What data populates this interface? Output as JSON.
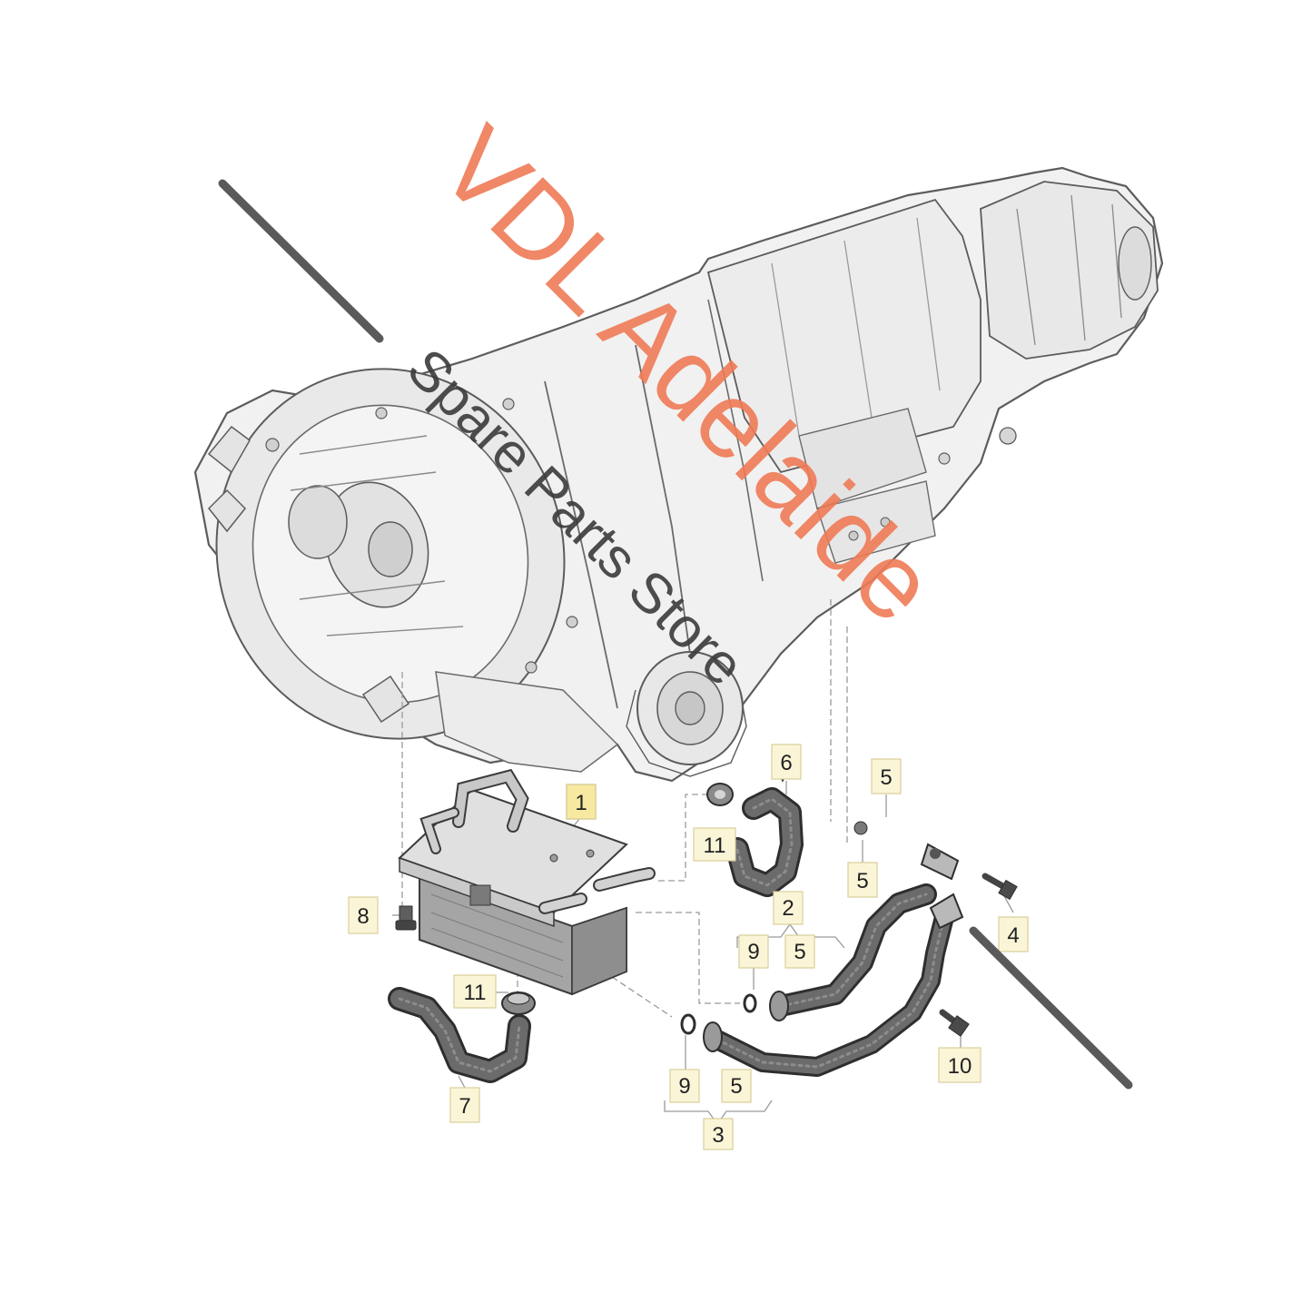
{
  "colors": {
    "housing_fill": "#f1f1f1",
    "housing_stroke": "#5c5c5c",
    "hose_fill": "#6b6b6b",
    "hose_stroke": "#2e2e2e",
    "leader": "#9a9a9a",
    "callout_bg": "#fbf5d8",
    "callout_border": "#d8cf9a",
    "callout_highlight_bg": "#f7e9a0",
    "watermark_main": "#ee7a55",
    "watermark_sub": "#3a3a3a",
    "slash": "#5a5a5a"
  },
  "watermark": {
    "main": "VDL Adelaide",
    "sub": "Spare Parts Store"
  },
  "callouts": [
    {
      "id": "c1",
      "label": "1",
      "highlight": true
    },
    {
      "id": "c2",
      "label": "2",
      "highlight": false
    },
    {
      "id": "c3",
      "label": "3",
      "highlight": false
    },
    {
      "id": "c4",
      "label": "4",
      "highlight": false
    },
    {
      "id": "c5a",
      "label": "5",
      "highlight": false
    },
    {
      "id": "c5b",
      "label": "5",
      "highlight": false
    },
    {
      "id": "c5c",
      "label": "5",
      "highlight": false
    },
    {
      "id": "c5d",
      "label": "5",
      "highlight": false
    },
    {
      "id": "c6",
      "label": "6",
      "highlight": false
    },
    {
      "id": "c7",
      "label": "7",
      "highlight": false
    },
    {
      "id": "c8",
      "label": "8",
      "highlight": false
    },
    {
      "id": "c9a",
      "label": "9",
      "highlight": false
    },
    {
      "id": "c9b",
      "label": "9",
      "highlight": false
    },
    {
      "id": "c10",
      "label": "10",
      "highlight": false
    },
    {
      "id": "c11a",
      "label": "11",
      "highlight": false
    },
    {
      "id": "c11b",
      "label": "11",
      "highlight": false
    }
  ],
  "icons": {
    "transmission": "transmission-housing-icon",
    "cooler": "oil-cooler-icon",
    "hose": "coolant-hose-icon",
    "bolt": "bolt-icon",
    "seal": "o-ring-icon",
    "valve": "valve-icon"
  }
}
